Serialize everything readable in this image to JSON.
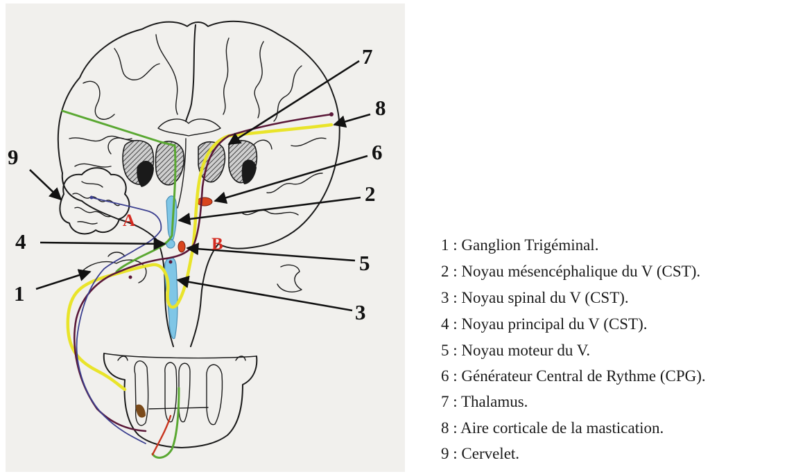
{
  "diagram": {
    "side_labels": {
      "a": "A",
      "b": "B"
    },
    "callout_numbers": [
      "1",
      "2",
      "3",
      "4",
      "5",
      "6",
      "7",
      "8",
      "9"
    ]
  },
  "legend": {
    "items": [
      "1 : Ganglion Trigéminal.",
      "2 : Noyau mésencéphalique du V (CST).",
      "3 : Noyau spinal du V (CST).",
      "4 : Noyau principal du V (CST).",
      "5 : Noyau moteur du V.",
      "6 : Générateur Central de Rythme (CPG).",
      "7 : Thalamus.",
      "8 : Aire corticale de la mastication.",
      "9 : Cervelet."
    ]
  },
  "colors": {
    "green_pathway": "#5aa832",
    "yellow_pathway": "#e9e42a",
    "purple_pathway": "#5a1838",
    "blue_pathway": "#3b3f8f",
    "nucleus_blue": "#7fc6e6",
    "nucleus_red": "#d9451e",
    "label_red": "#d42a20"
  }
}
